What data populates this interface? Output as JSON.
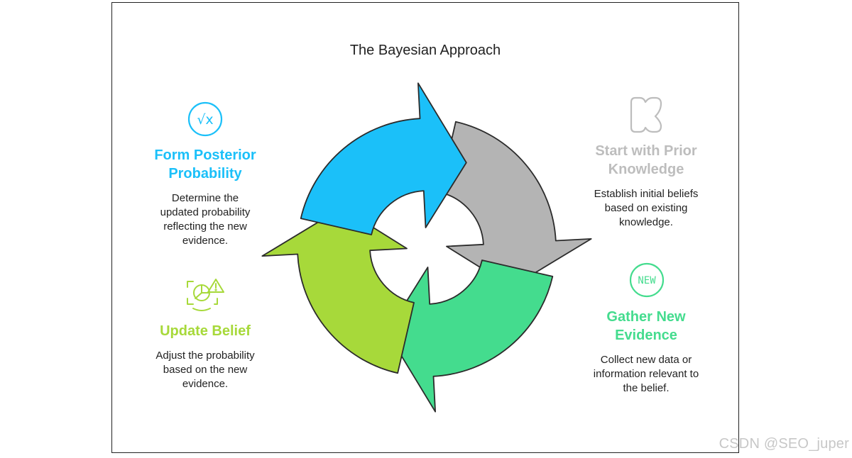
{
  "diagram": {
    "title": "The Bayesian Approach",
    "colors": {
      "prior": "#b4b4b4",
      "evidence": "#44dc8e",
      "update": "#a7d93a",
      "posterior": "#1bc0f9",
      "outline": "#2b2b2b"
    },
    "steps": {
      "prior": {
        "heading": "Start with Prior Knowledge",
        "description": "Establish initial beliefs based on existing knowledge.",
        "icon": "kite-outline-icon"
      },
      "evidence": {
        "heading": "Gather New Evidence",
        "description": "Collect new data or information relevant to the belief.",
        "icon": "new-badge-icon",
        "icon_text": "NEW"
      },
      "update": {
        "heading": "Update Belief",
        "description": "Adjust the probability based on the new evidence.",
        "icon": "pie-chart-warning-icon"
      },
      "posterior": {
        "heading": "Form Posterior Probability",
        "description": "Determine the updated probability reflecting the new evidence.",
        "icon": "square-root-icon",
        "icon_text": "√x"
      }
    }
  },
  "watermark": "CSDN @SEO_juper"
}
